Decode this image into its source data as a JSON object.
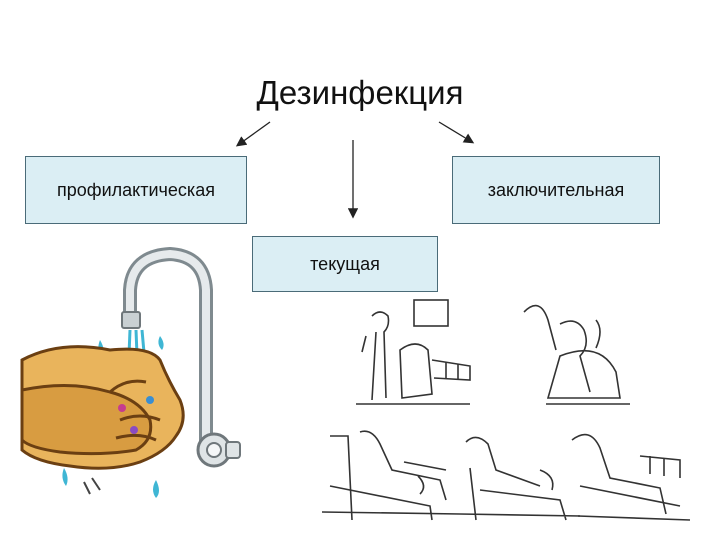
{
  "diagram": {
    "title": "Дезинфекция",
    "branches": [
      {
        "label": "профилактическая"
      },
      {
        "label": "текущая"
      },
      {
        "label": "заключительная"
      }
    ]
  },
  "icons": [
    "hand-washing-illustration",
    "patient-care-sketch"
  ],
  "colors": {
    "box_fill": "#dbeef4",
    "box_border": "#4a6b78"
  }
}
